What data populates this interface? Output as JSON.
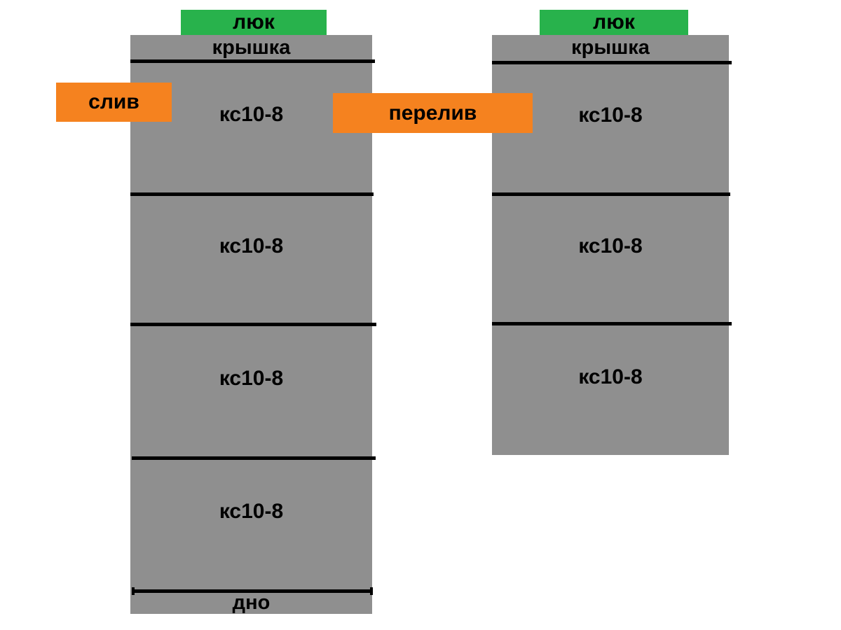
{
  "colors": {
    "background": "#ffffff",
    "ring_gray": "#8f8f8f",
    "hatch_green": "#28b24c",
    "pipe_orange": "#f5821f",
    "joint_line": "#000000",
    "text": "#000000"
  },
  "left_well": {
    "hatch_label": "люк",
    "cover_label": "крышка",
    "rings": [
      "кс10-8",
      "кс10-8",
      "кс10-8",
      "кс10-8"
    ],
    "bottom_label": "дно"
  },
  "right_well": {
    "hatch_label": "люк",
    "cover_label": "крышка",
    "rings": [
      "кс10-8",
      "кс10-8",
      "кс10-8"
    ]
  },
  "pipes": {
    "drain_label": "слив",
    "overflow_label": "перелив"
  }
}
